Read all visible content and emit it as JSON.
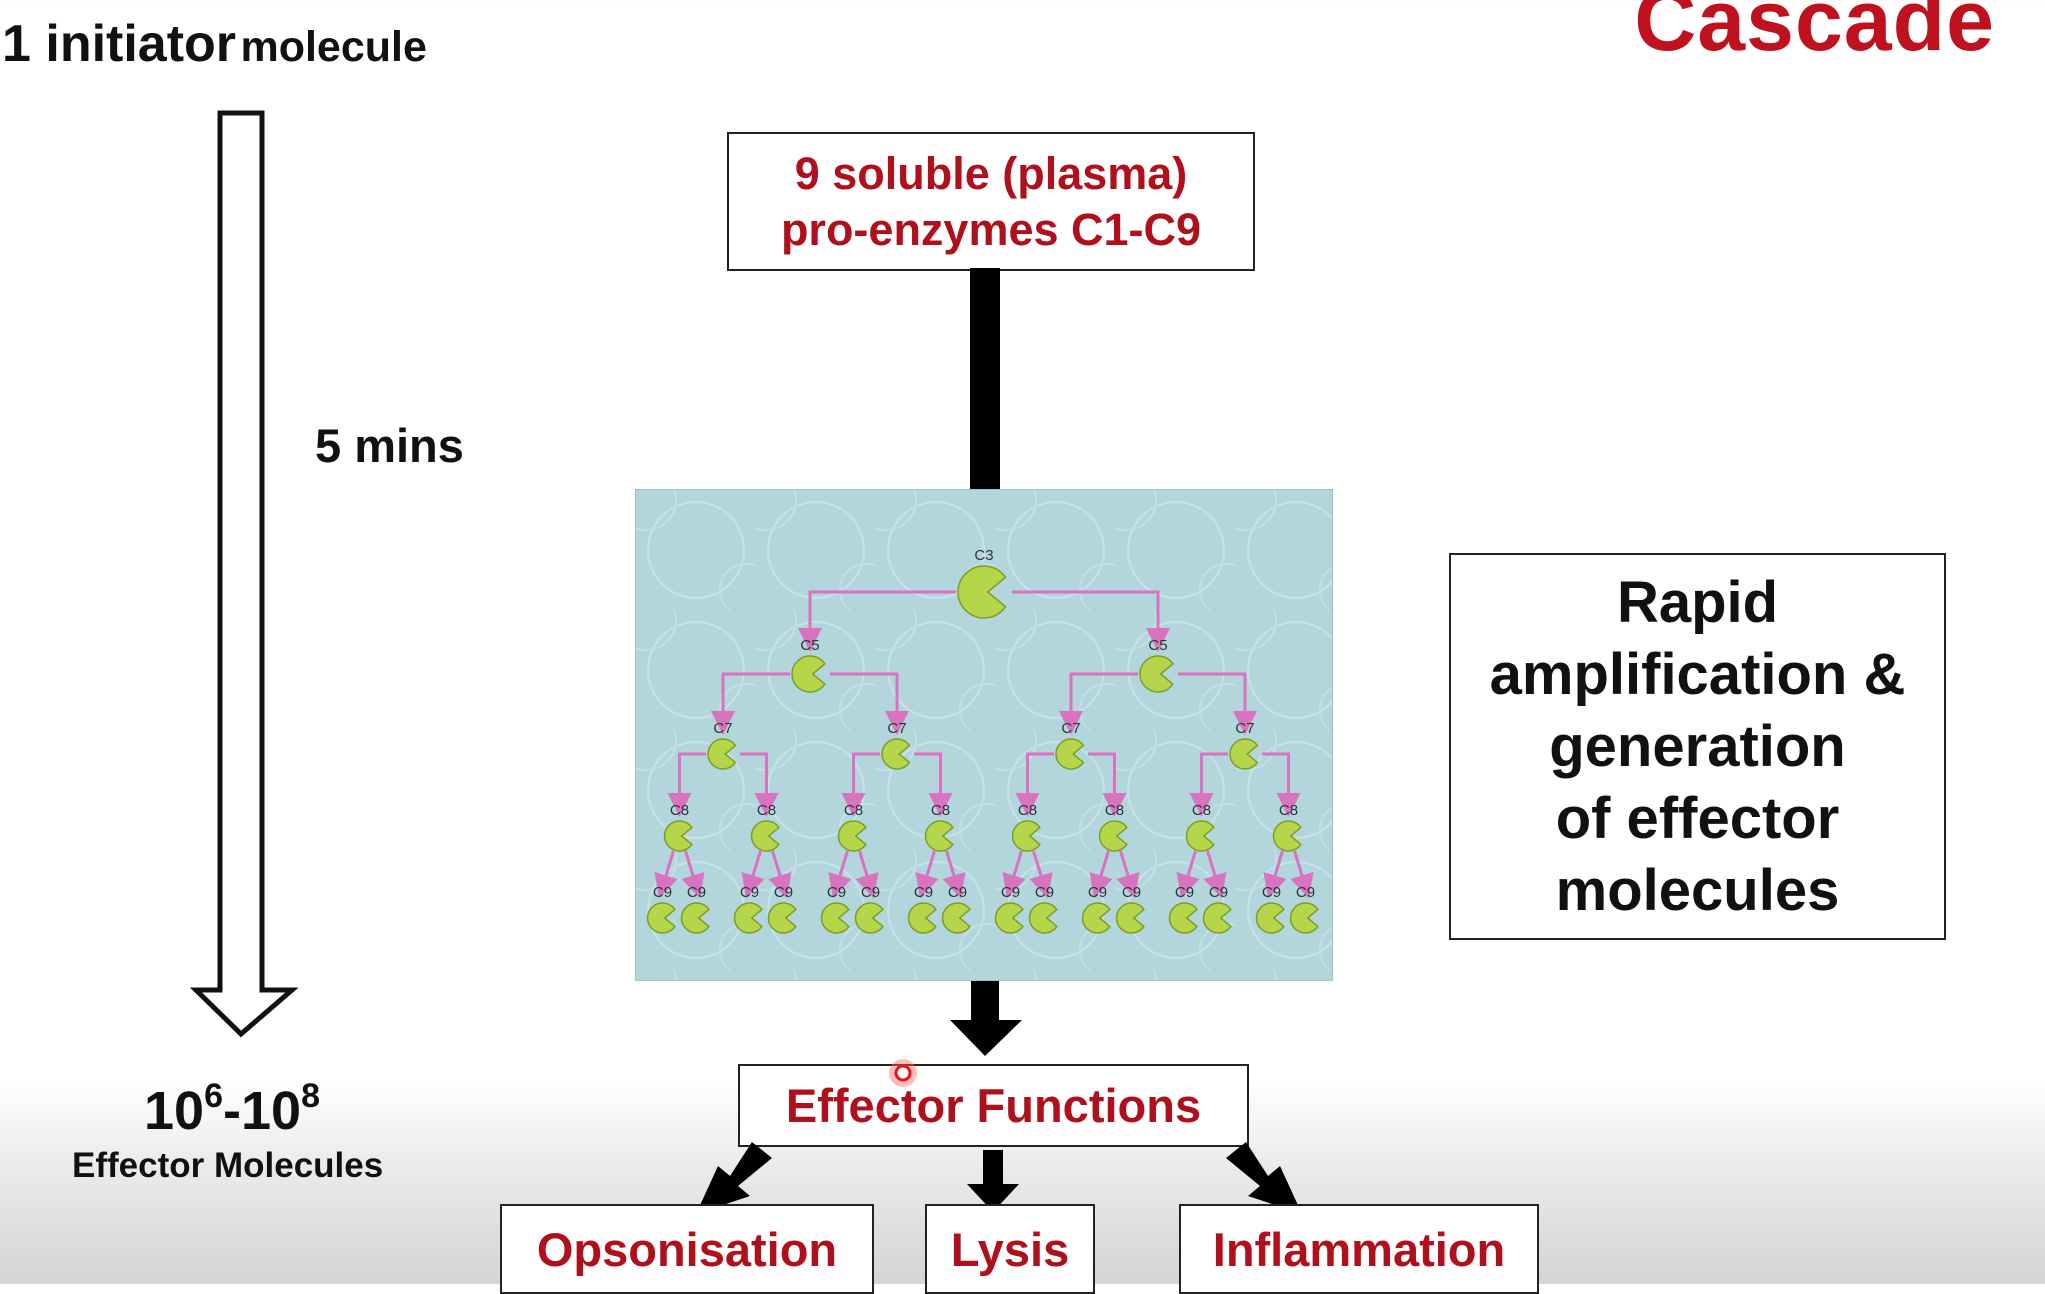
{
  "title": "Cascade",
  "initiator": {
    "count": "1 initiator",
    "unit": "molecule"
  },
  "time_label": "5 mins",
  "result": {
    "base_start": "10",
    "exp_start": "6",
    "sep": "-",
    "base_end": "10",
    "exp_end": "8",
    "label": "Effector Molecules"
  },
  "source_box": {
    "line1": "9 soluble (plasma)",
    "line2": "pro-enzymes C1-C9"
  },
  "note_box": {
    "lines": [
      "Rapid",
      "amplification &",
      "generation",
      "of effector",
      "molecules"
    ]
  },
  "effector_box": {
    "label": "Effector Functions"
  },
  "outputs": {
    "opsonisation": "Opsonisation",
    "lysis": "Lysis",
    "inflammation": "Inflammation"
  },
  "cascade": {
    "levels": [
      {
        "label": "C3",
        "count": 1
      },
      {
        "label": "C5",
        "count": 2
      },
      {
        "label": "C7",
        "count": 4
      },
      {
        "label": "C8",
        "count": 8
      },
      {
        "label": "C9",
        "count": 16
      }
    ]
  },
  "colors": {
    "accent_red": "#c0121e",
    "box_red_text": "#b0101c",
    "panel_bg": "#b3d6dd",
    "enzyme_green": "#b5d64a",
    "enzyme_outline": "#7d9e22",
    "connector_pink": "#d873c0"
  }
}
